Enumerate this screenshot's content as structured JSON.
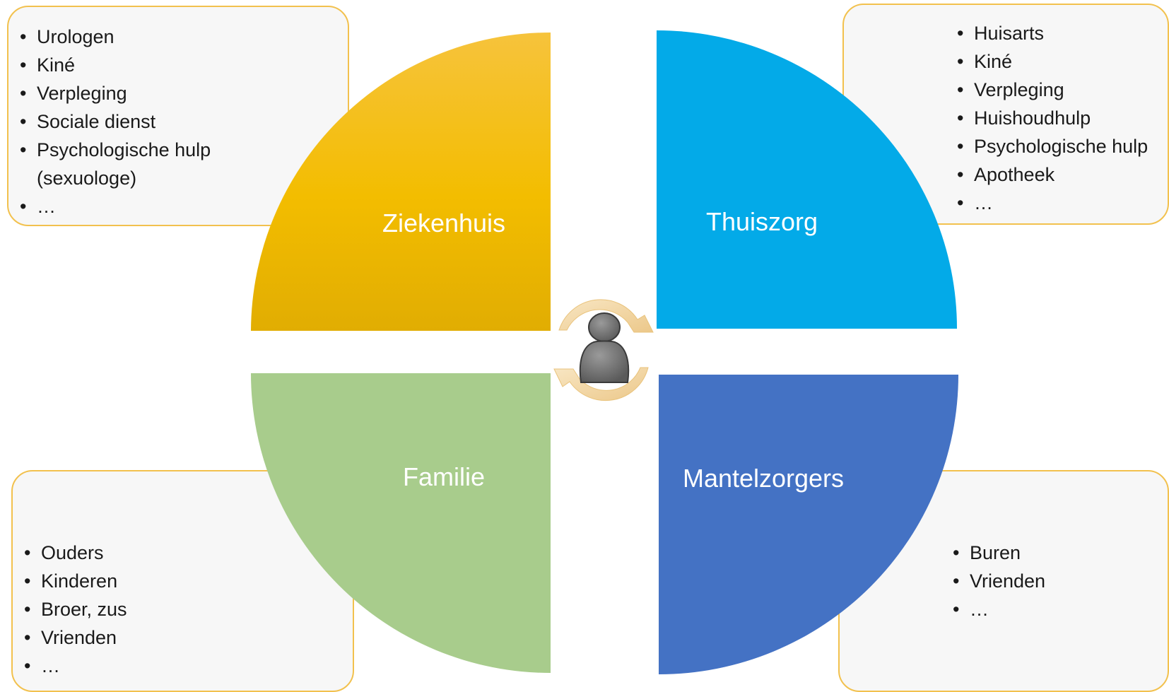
{
  "quadrants": {
    "top_left": {
      "label": "Ziekenhuis",
      "color": "#f5bd00",
      "items": [
        "Urologen",
        "Kiné",
        "Verpleging",
        "Sociale dienst",
        "Psychologische hulp",
        "(sexuologe)",
        "…"
      ]
    },
    "top_right": {
      "label": "Thuiszorg",
      "color": "#03aae8",
      "items": [
        "Huisarts",
        "Kiné",
        "Verpleging",
        "Huishoudhulp",
        "Psychologische hulp",
        "Apotheek",
        "…"
      ]
    },
    "bottom_left": {
      "label": "Familie",
      "color": "#a8cc8c",
      "items": [
        "Ouders",
        "Kinderen",
        "Broer, zus",
        "Vrienden",
        "…"
      ]
    },
    "bottom_right": {
      "label": "Mantelzorgers",
      "color": "#4472c4",
      "items": [
        "Buren",
        "Vrienden",
        "…"
      ]
    }
  },
  "center": {
    "icon": "person-cycle-icon",
    "arrow_color": "#f3d9a8",
    "person_color": "#6e6e6e"
  },
  "box_border_color": "#f2c14e"
}
